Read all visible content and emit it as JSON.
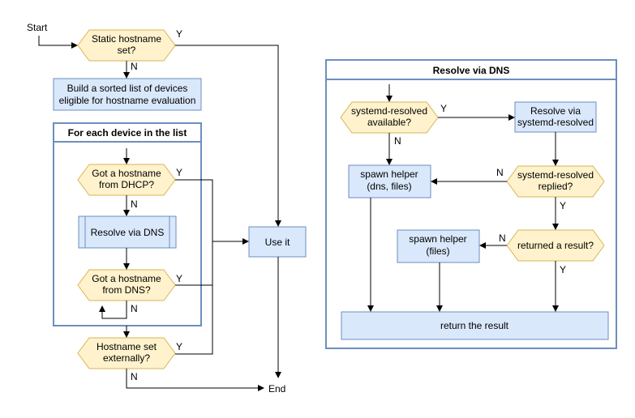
{
  "terminals": {
    "start": "Start",
    "end": "End"
  },
  "left": {
    "static_hostname": [
      "Static hostname",
      "set?"
    ],
    "build_list": [
      "Build a sorted list of devices",
      "eligible for hostname evaluation"
    ],
    "loop_title": "For each device in the list",
    "dhcp_check": [
      "Got a hostname",
      "from DHCP?"
    ],
    "resolve_dns": "Resolve via DNS",
    "dns_check": [
      "Got a hostname",
      "from DNS?"
    ],
    "external_check": [
      "Hostname set",
      "externally?"
    ],
    "use_it": "Use it"
  },
  "right": {
    "title": "Resolve via DNS",
    "resolved_available": [
      "systemd-resolved",
      "available?"
    ],
    "resolve_via": [
      "Resolve via",
      "systemd-resolved"
    ],
    "spawn_dns_files": [
      "spawn helper",
      "(dns, files)"
    ],
    "resolved_replied": [
      "systemd-resolved",
      "replied?"
    ],
    "returned_result": "returned a result?",
    "spawn_files": [
      "spawn helper",
      "(files)"
    ],
    "return_result": "return the result"
  },
  "edges": {
    "yes": "Y",
    "no": "N"
  },
  "colors": {
    "decision_fill": "#fff2cc",
    "decision_stroke": "#d6b656",
    "process_fill": "#dae8fc",
    "process_stroke": "#6c8ebf"
  }
}
